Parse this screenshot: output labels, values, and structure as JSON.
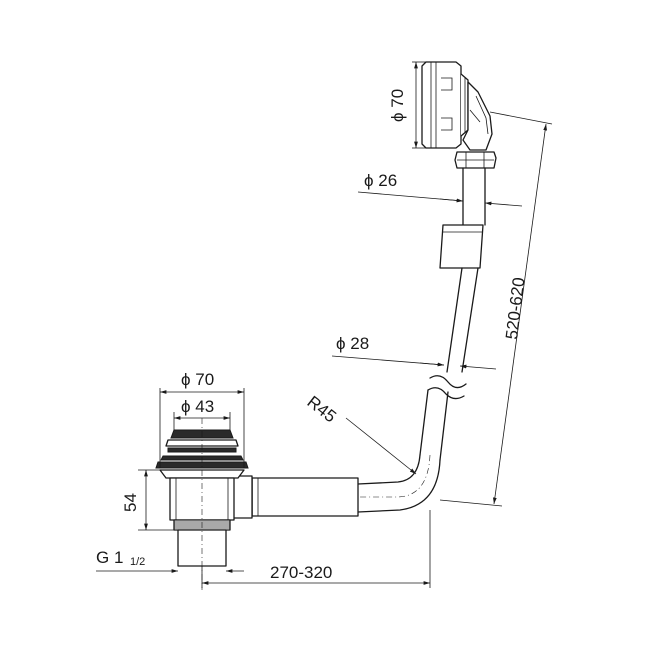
{
  "dimensions": {
    "overflow_diameter": "ϕ 70",
    "overflow_tube_diameter": "ϕ 26",
    "lower_tube_diameter": "ϕ 28",
    "height_range": "520-620",
    "bend_radius": "R45",
    "waste_outer_diameter": "ϕ 70",
    "waste_inner_diameter": "ϕ 43",
    "waste_height": "54",
    "thread_main": "G 1",
    "thread_fraction": "1/2",
    "length_range": "270-320"
  }
}
